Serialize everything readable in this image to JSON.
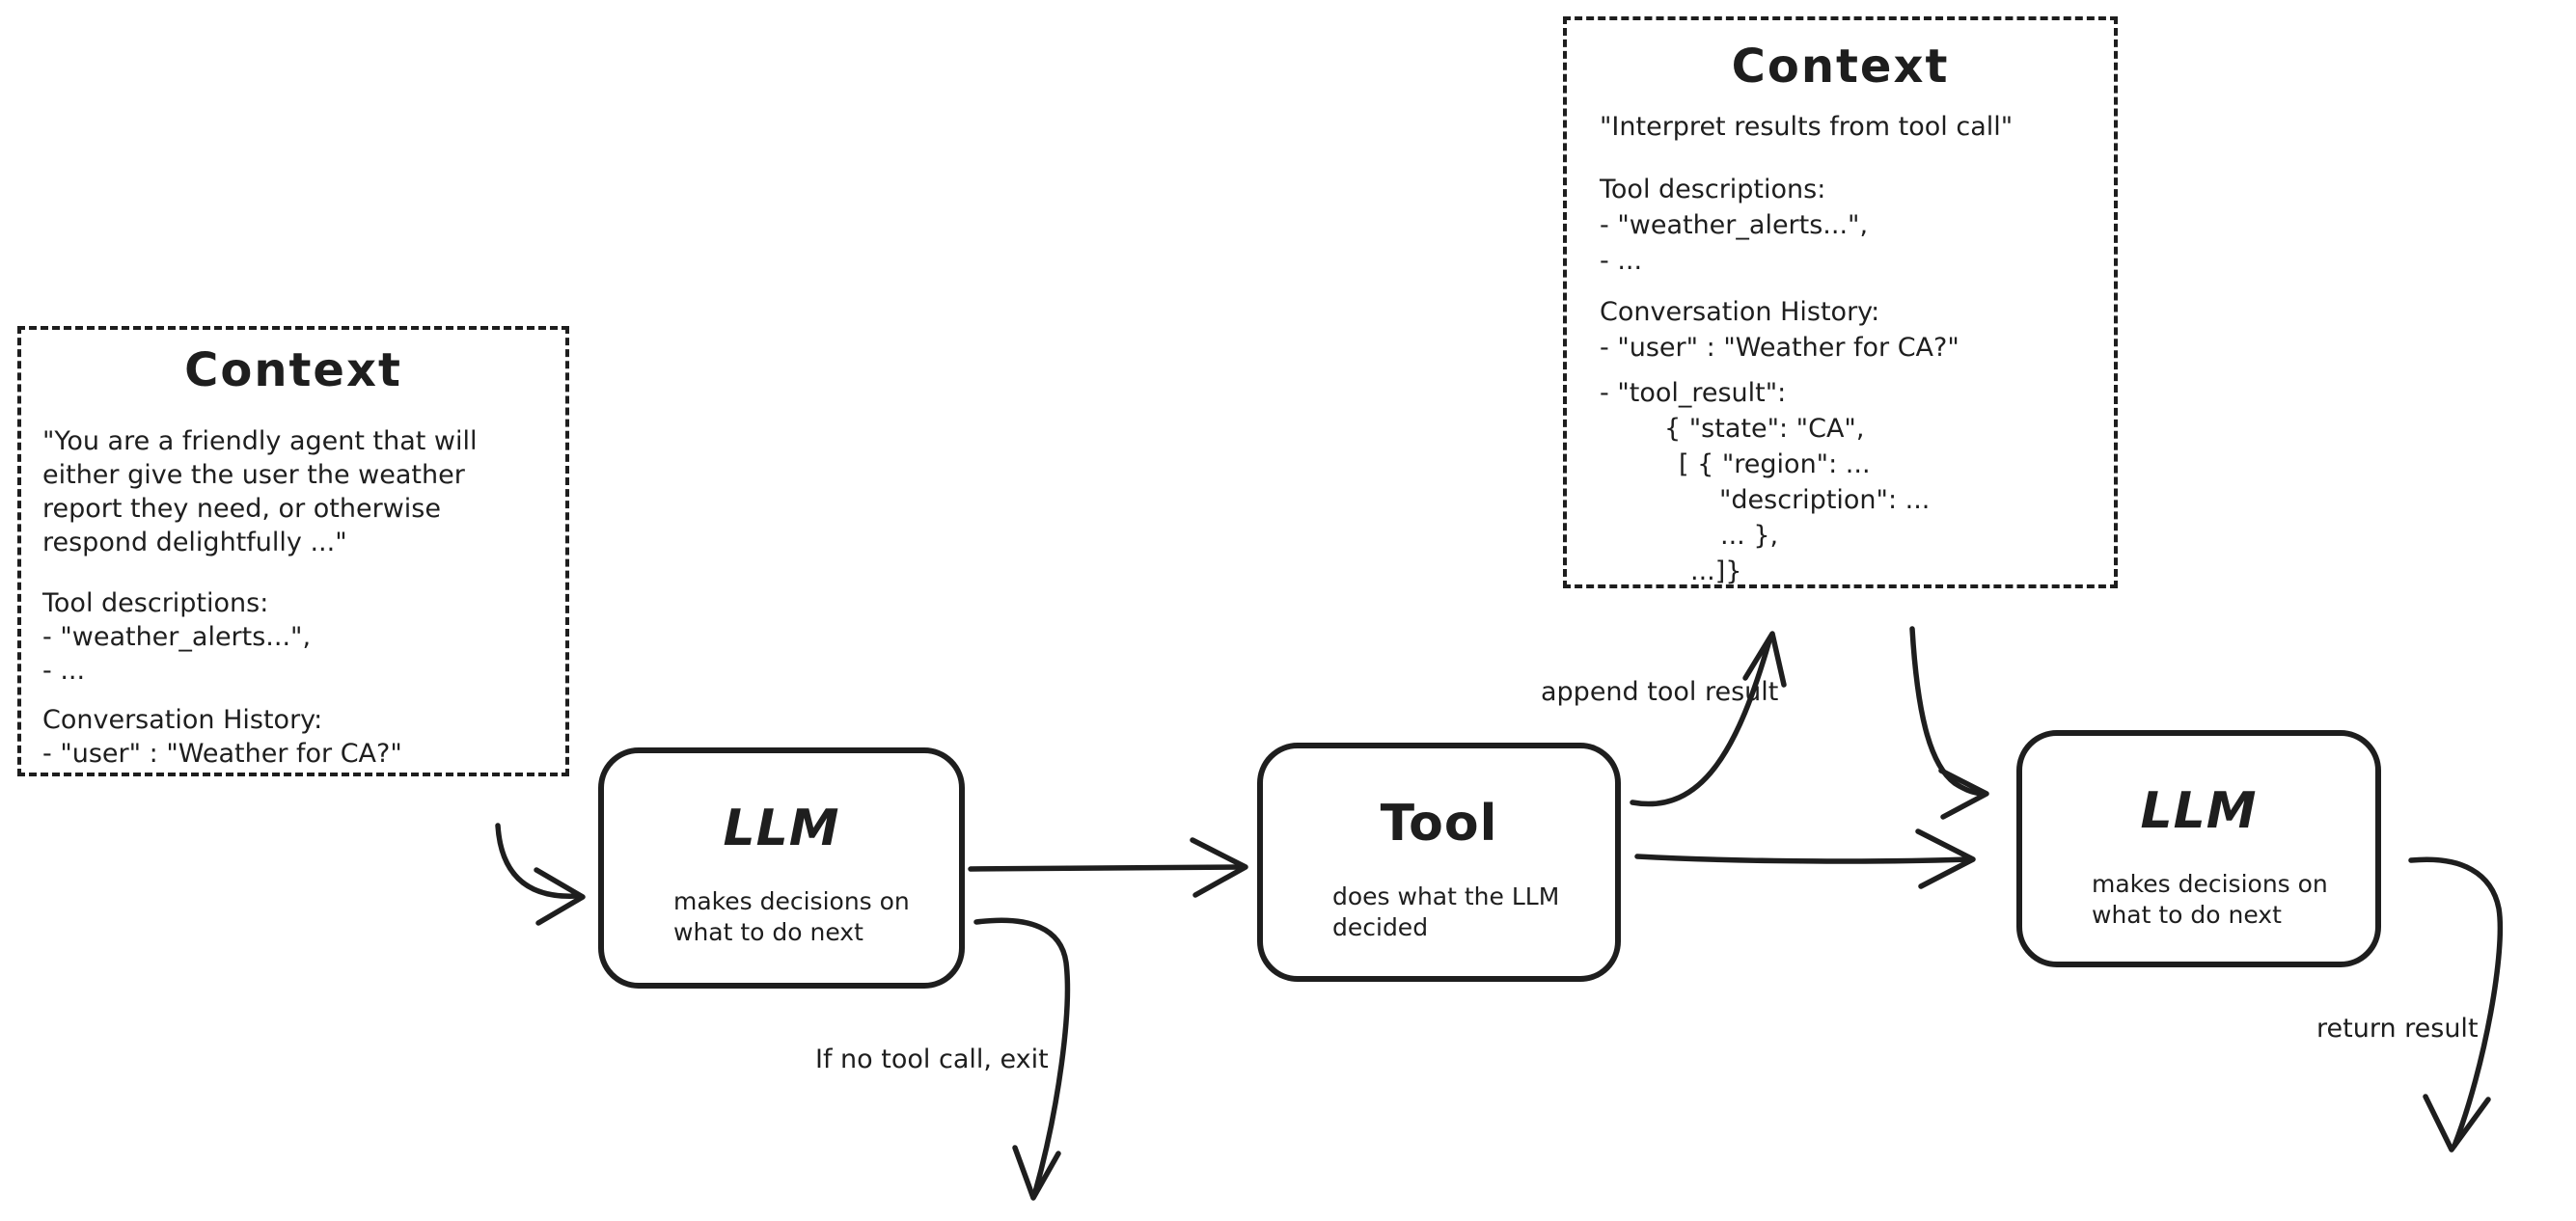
{
  "colors": {
    "ink": "#1e1e1e",
    "background": "#ffffff"
  },
  "context_left": {
    "title": "Context",
    "body_lines": [
      "\"You are a friendly agent that will",
      "either give the user the weather",
      "report they need, or otherwise",
      "respond delightfully ...\""
    ],
    "tool_descriptions_heading": "Tool descriptions:",
    "tool_descriptions_items": [
      "- \"weather_alerts...\",",
      "- ..."
    ],
    "conversation_heading": "Conversation History:",
    "conversation_items": [
      "- \"user\" : \"Weather for CA?\""
    ]
  },
  "context_top": {
    "title": "Context",
    "body_lines": [
      "\"Interpret results from tool call\""
    ],
    "tool_descriptions_heading": "Tool descriptions:",
    "tool_descriptions_items": [
      "- \"weather_alerts...\",",
      "- ..."
    ],
    "conversation_heading": "Conversation History:",
    "conversation_items": [
      "- \"user\" : \"Weather for CA?\"",
      "- \"tool_result\":"
    ],
    "tool_result_lines": [
      "{ \"state\": \"CA\",",
      "[ { \"region\": ...",
      "\"description\": ...",
      "... },",
      "...]}"
    ]
  },
  "nodes": {
    "llm_1": {
      "title": "LLM",
      "subtitle_lines": [
        "makes decisions on",
        "what to do next"
      ]
    },
    "tool": {
      "title": "Tool",
      "subtitle_lines": [
        "does what the LLM",
        "decided"
      ]
    },
    "llm_2": {
      "title": "LLM",
      "subtitle_lines": [
        "makes decisions on",
        "what to do next"
      ]
    }
  },
  "edge_labels": {
    "append_tool_result": "append tool result",
    "no_tool_call_exit": "If no tool call, exit",
    "return_result": "return result"
  }
}
